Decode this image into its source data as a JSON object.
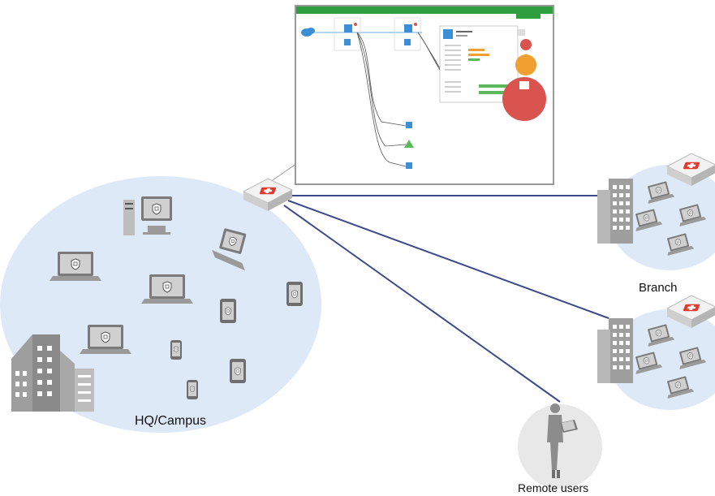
{
  "labels": {
    "hq": "HQ/Campus",
    "branch": "Branch",
    "remote": "Remote users"
  },
  "colors": {
    "zone_fill": "#dde9f7",
    "link_line": "#3a4a8a",
    "firewall_red": "#e03a2f",
    "device_gray": "#8c8c8c",
    "building_gray": "#9e9e9e",
    "monitor_header_green": "#2e9e3e",
    "monitor_node_red": "#d9534f",
    "monitor_node_orange": "#f0a030"
  },
  "icons": {
    "firewall": "firewall-icon",
    "building": "building-icon",
    "laptop": "laptop-icon",
    "desktop": "desktop-icon",
    "tablet": "tablet-icon",
    "phone": "phone-icon",
    "user": "remote-user-icon",
    "cloud": "cloud-icon"
  }
}
